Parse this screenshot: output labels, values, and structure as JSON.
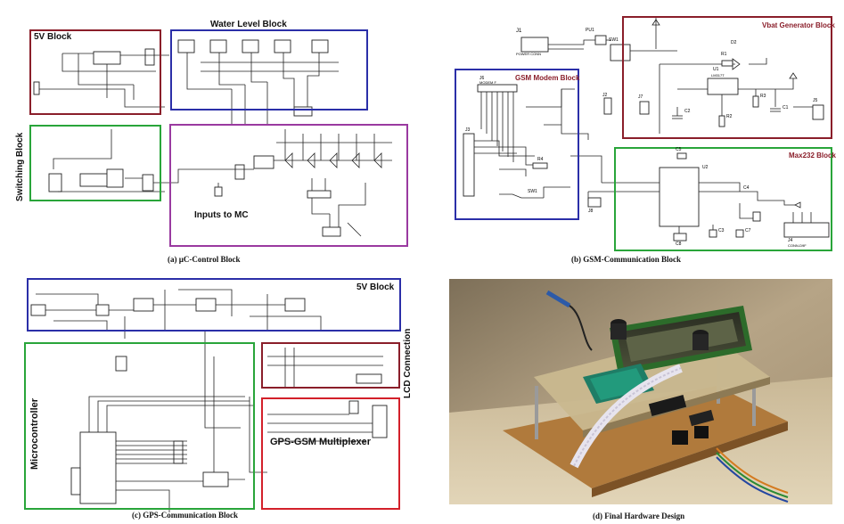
{
  "panels": {
    "a": {
      "caption": "(a) µC-Control Block",
      "labels": {
        "five_v": "5V Block",
        "water_level": "Water Level Block",
        "switching": "Switching Block",
        "inputs_mc": "Inputs to MC"
      }
    },
    "b": {
      "caption": "(b) GSM-Communication Block",
      "labels": {
        "gsm_modem": "GSM Modem Block",
        "vbat": "Vbat Generator Block",
        "max232": "Max232 Block"
      },
      "parts": {
        "j1": "J1",
        "j1_sub": "POWER CONN",
        "pu1": "PU1",
        "sw1_top": "SW1",
        "sw1_bot": "SW1",
        "r1": "R1",
        "d2": "D2",
        "u1": "U1",
        "u1_sub": "LM317T",
        "j6": "J6",
        "j6_sub": "MODEM F",
        "j2": "J2",
        "j3": "J3",
        "j7": "J7",
        "c2": "C2",
        "r3": "R3",
        "c1": "C1",
        "r2": "R2",
        "j5": "J5",
        "r4": "R4",
        "c5": "C5",
        "u2": "U2",
        "c4": "C4",
        "c8": "C8",
        "c3": "C3",
        "c7": "C7",
        "j4": "J4",
        "j4_sub": "CONN-D9F",
        "j8": "J8"
      }
    },
    "c": {
      "caption": "(c) GPS-Communication Block",
      "labels": {
        "five_v": "5V Block",
        "microcontroller": "Microcontroller",
        "lcd": "LCD Connection",
        "mux": "GPS-GSM Multiplexer"
      }
    },
    "d": {
      "caption": "(d) Final Hardware Design"
    }
  },
  "colors": {
    "blue": "#2b2fa8",
    "dark_red": "#8a1e2a",
    "red": "#d3202a",
    "green": "#29a53a",
    "purple": "#9a3aa0"
  }
}
